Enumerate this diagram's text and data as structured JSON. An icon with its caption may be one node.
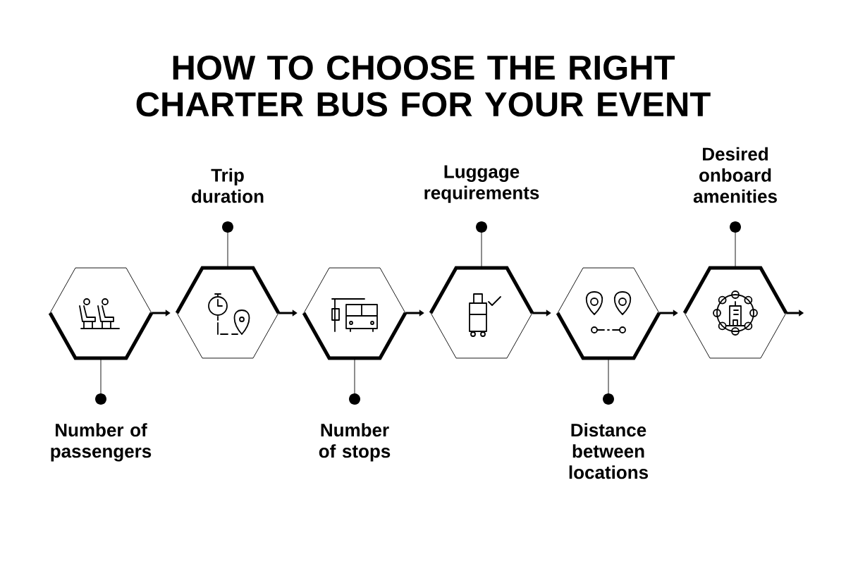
{
  "diagram": {
    "title": "HOW TO CHOOSE THE RIGHT CHARTER BUS FOR YOUR EVENT",
    "nodes": [
      {
        "text": [],
        "shape": "hexagon"
      },
      {
        "text": [
          "Number of passengers"
        ]
      },
      {
        "text": [],
        "shape": "hexagon"
      },
      {
        "text": [
          "Trip duration"
        ]
      },
      {
        "text": [],
        "shape": "hexagon"
      },
      {
        "text": [
          "Number of stops"
        ]
      },
      {
        "text": [],
        "shape": "hexagon"
      },
      {
        "text": [
          "Luggage requirements"
        ]
      },
      {
        "text": [],
        "shape": "hexagon"
      },
      {
        "text": [
          "Distance between locations"
        ]
      },
      {
        "text": [],
        "shape": "hexagon"
      },
      {
        "text": [
          "Desired onboard amenities"
        ]
      }
    ],
    "edges": [
      {
        "from": 0,
        "to": 2,
        "arrow": "to",
        "style": "thick"
      },
      {
        "from": 2,
        "to": 4,
        "arrow": "to",
        "style": "thick"
      },
      {
        "from": 4,
        "to": 6,
        "arrow": "to",
        "style": "thick"
      },
      {
        "from": 6,
        "to": 8,
        "arrow": "to",
        "style": "thick"
      },
      {
        "from": 8,
        "to": 10,
        "arrow": "to",
        "style": "thick"
      },
      {
        "from": 10,
        "to": null,
        "arrow": "to",
        "style": "thick"
      },
      {
        "from": 1,
        "to": 0,
        "arrow": "other"
      },
      {
        "from": 3,
        "to": 2,
        "arrow": "other"
      },
      {
        "from": 5,
        "to": 4,
        "arrow": "other"
      },
      {
        "from": 7,
        "to": 6,
        "arrow": "other"
      },
      {
        "from": 9,
        "to": 8,
        "arrow": "other"
      },
      {
        "from": 11,
        "to": 10,
        "arrow": "other"
      }
    ]
  }
}
